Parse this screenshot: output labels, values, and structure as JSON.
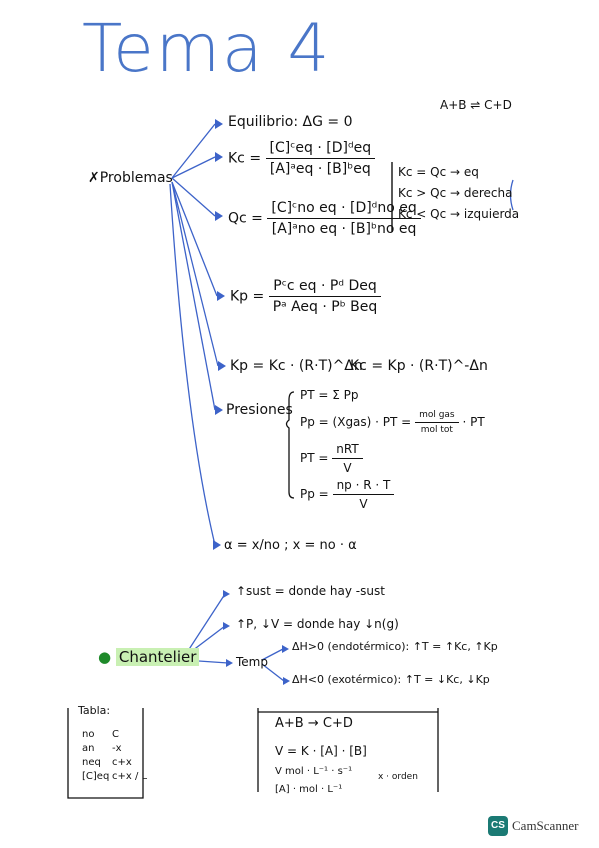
{
  "title": "Tema 4",
  "reaction": "A+B ⇌ C+D",
  "problemas_label": "Problemas",
  "equilibrio": "Equilibrio: ΔG = 0",
  "kc": {
    "label": "Kc =",
    "num": "[C]ᶜeq · [D]ᵈeq",
    "den": "[A]ᵃeq · [B]ᵇeq"
  },
  "qc": {
    "label": "Qc =",
    "num": "[C]ᶜno eq · [D]ᵈno eq",
    "den": "[A]ᵃno eq · [B]ᵇno eq"
  },
  "comparison": [
    "Kc = Qc → eq",
    "Kc > Qc → derecha",
    "Kc < Qc → izquierda"
  ],
  "kp": {
    "label": "Kp =",
    "num": "Pᶜc eq · Pᵈ Deq",
    "den": "Pᵃ Aeq · Pᵇ Beq"
  },
  "kp_kc": "Kp = Kc · (R·T)^Δn",
  "kc_kp": "Kc = Kp · (R·T)^-Δn",
  "presiones_label": "Presiones",
  "presiones": {
    "pt_sum": "PT = Σ Pp",
    "pp_x": "Pp = (Xgas) · PT =",
    "pp_x_num": "mol gas",
    "pp_x_den": "mol tot",
    "pp_x_tail": "· PT",
    "pt_nrt_label": "PT =",
    "pt_nrt_num": "nRT",
    "pt_nrt_den": "V",
    "pp_nrt_label": "Pp =",
    "pp_nrt_num": "np · R · T",
    "pp_nrt_den": "V"
  },
  "alpha": "α = x/no ; x = no · α",
  "chantelier_label": "Chantelier",
  "chantelier": {
    "sust": "↑sust = donde hay -sust",
    "presion": "↑P, ↓V = donde hay ↓n(g)",
    "temp_label": "Temp",
    "endo": "ΔH>0 (endotérmico): ↑T = ↑Kc, ↑Kp",
    "exo": "ΔH<0 (exotérmico): ↑T = ↓Kc, ↓Kp"
  },
  "tabla": {
    "title": "Tabla:",
    "rows": [
      [
        "no",
        "C"
      ],
      [
        "an",
        "-x"
      ],
      [
        "neq",
        "c+x"
      ],
      [
        "[C]eq",
        "c+x / L"
      ]
    ]
  },
  "velocidad": {
    "reaction": "A+B → C+D",
    "law": "V = K · [A] · [B]",
    "units_v": "V mol · L⁻¹ · s⁻¹",
    "units_conc": "[A] · mol · L⁻¹",
    "note": "x · orden"
  },
  "camscanner": {
    "badge": "CS",
    "label": "CamScanner"
  }
}
